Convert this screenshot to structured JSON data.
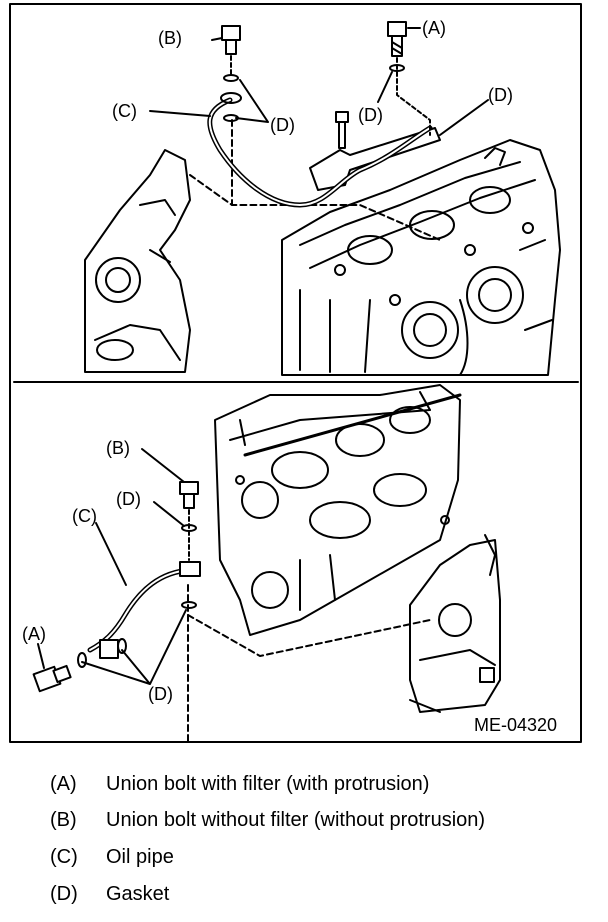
{
  "figure": {
    "code": "ME-04320",
    "top_labels": {
      "a": "(A)",
      "b": "(B)",
      "c": "(C)",
      "d1": "(D)",
      "d2": "(D)",
      "d3": "(D)"
    },
    "bottom_labels": {
      "a": "(A)",
      "b": "(B)",
      "c": "(C)",
      "d1": "(D)",
      "d2": "(D)"
    }
  },
  "legend": [
    {
      "key": "(A)",
      "text": "Union bolt with filter (with protrusion)"
    },
    {
      "key": "(B)",
      "text": "Union bolt without filter (without protrusion)"
    },
    {
      "key": "(C)",
      "text": "Oil pipe"
    },
    {
      "key": "(D)",
      "text": "Gasket"
    }
  ]
}
